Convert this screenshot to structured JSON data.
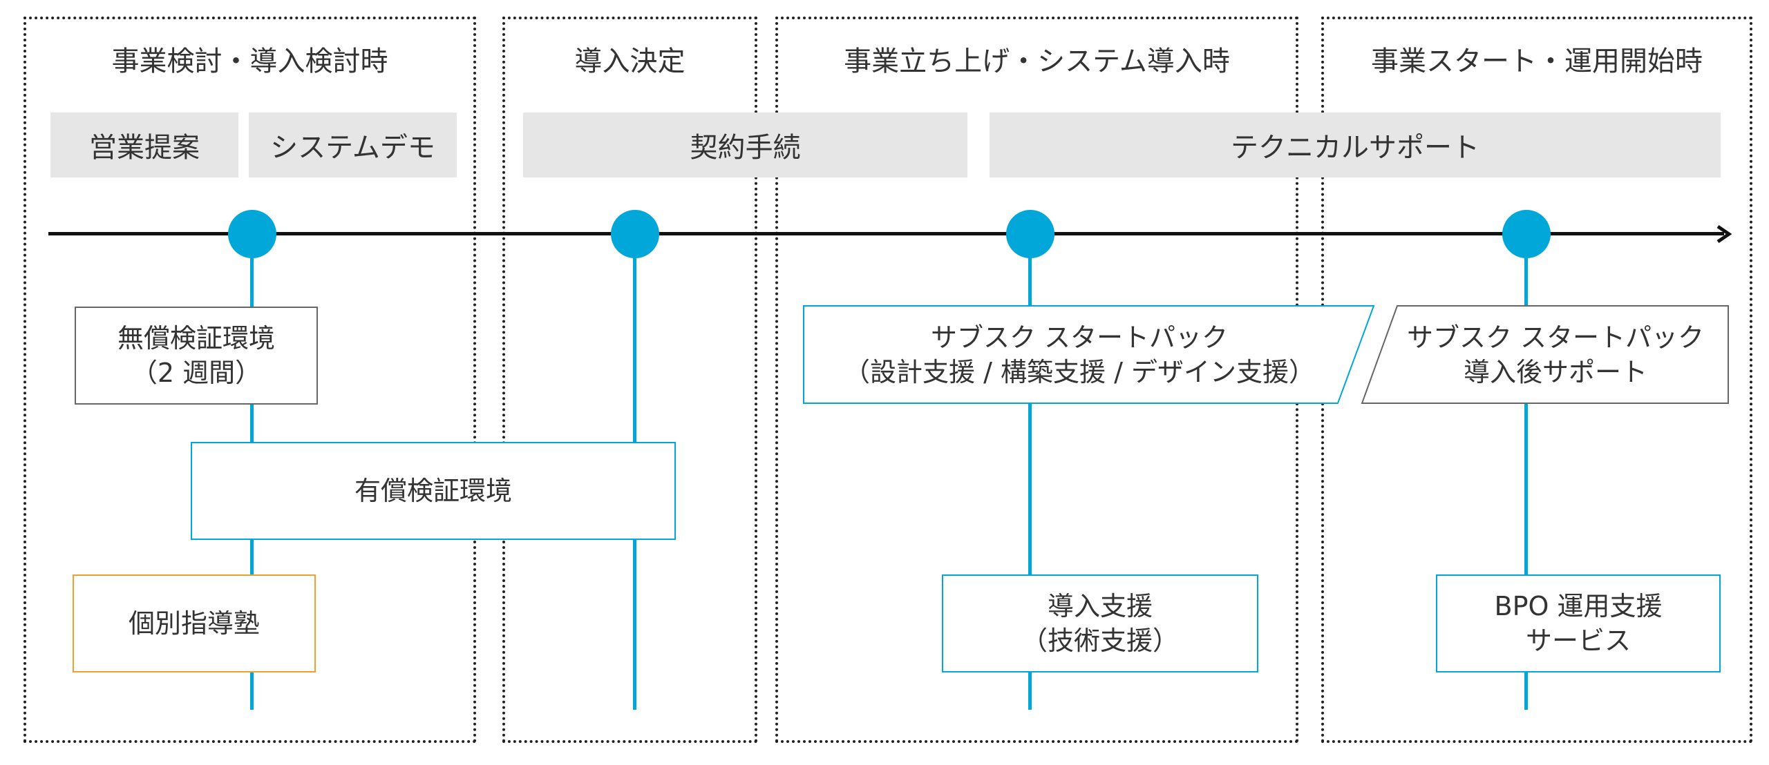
{
  "colors": {
    "accent": "#00a7d8",
    "gray_fill": "#e6e6e6",
    "orange": "#f0a030",
    "timeline": "#111111"
  },
  "phases": [
    {
      "title": "事業検討・導入検討時"
    },
    {
      "title": "導入決定"
    },
    {
      "title": "事業立ち上げ・システム導入時"
    },
    {
      "title": "事業スタート・運用開始時"
    }
  ],
  "support_bars": {
    "sales": "営業提案",
    "demo": "システムデモ",
    "contract": "契約手続",
    "technical": "テクニカルサポート"
  },
  "timeline": {
    "arrow_icon": "arrow-right-icon"
  },
  "boxes": {
    "free_trial": {
      "line1": "無償検証環境",
      "line2": "（2 週間）"
    },
    "paid_trial": {
      "line1": "有償検証環境"
    },
    "coaching": {
      "line1": "個別指導塾"
    },
    "start_pack": {
      "line1": "サブスク スタートパック",
      "line2": "（設計支援 / 構築支援 / デザイン支援）"
    },
    "post_support": {
      "line1": "サブスク スタートパック",
      "line2": "導入後サポート"
    },
    "intro_support": {
      "line1": "導入支援",
      "line2": "（技術支援）"
    },
    "bpo": {
      "line1": "BPO 運用支援",
      "line2": "サービス"
    }
  }
}
